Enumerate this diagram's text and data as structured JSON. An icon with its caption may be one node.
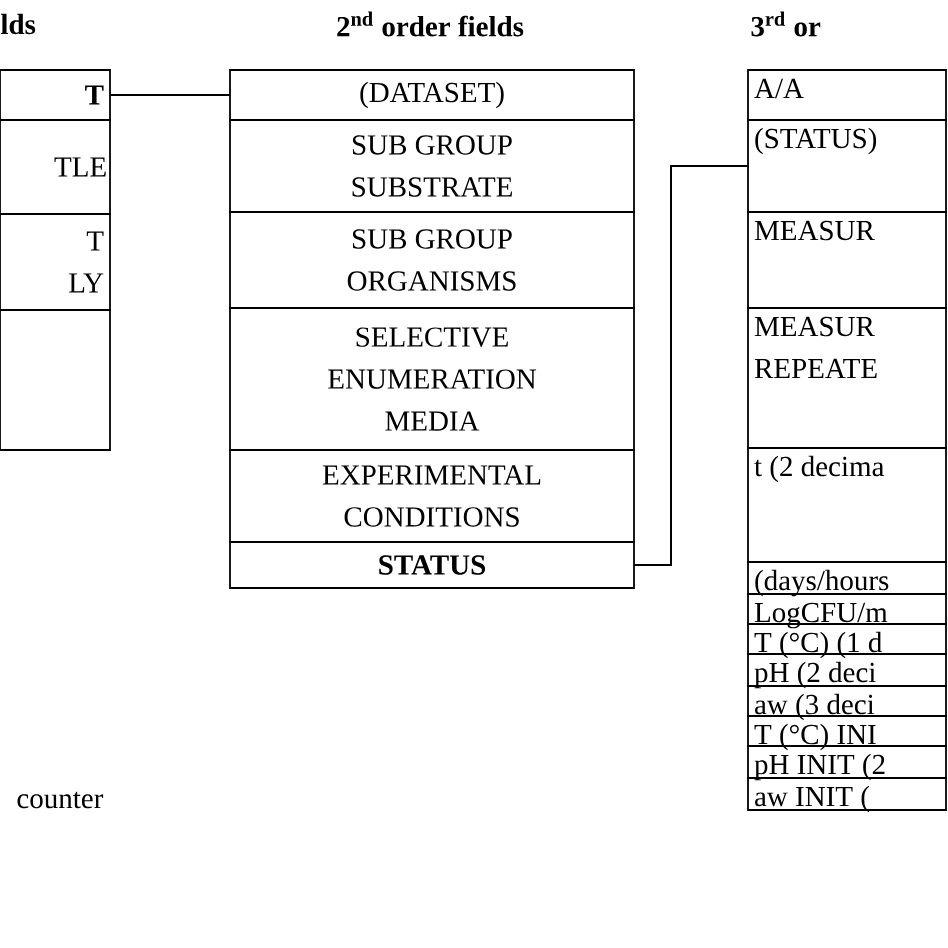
{
  "diagram": {
    "nodes": [
      {
        "text": [
          "T"
        ]
      },
      {
        "text": [
          "TLE"
        ]
      },
      {
        "text": [
          "T LY"
        ]
      },
      {
        "text": [],
        "shape": "box"
      },
      {
        "text": [
          "(DATASET)"
        ]
      },
      {
        "text": [
          "SUB GROUP SUBSTRATE"
        ]
      },
      {
        "text": [
          "SUB GROUP ORGANISMS"
        ]
      },
      {
        "text": [
          "SELECTIVE ENUMERATION MEDIA"
        ]
      },
      {
        "text": [
          "EXPERIMENTAL CONDITIONS"
        ]
      },
      {
        "text": [
          "STATUS"
        ]
      },
      {
        "text": [
          "A/A"
        ]
      },
      {
        "text": [
          "(STATUS)"
        ]
      },
      {
        "text": [
          "MEASUR"
        ]
      },
      {
        "text": [
          "MEASUR REPEATE"
        ]
      },
      {
        "text": [
          "t (2 decima"
        ]
      },
      {
        "text": [
          "(days/hours"
        ]
      },
      {
        "text": [
          "LogCFU/m"
        ]
      },
      {
        "text": [
          "T (°C) (1 d"
        ]
      },
      {
        "text": [
          "pH (2 deci"
        ]
      },
      {
        "text": [
          "aw (3 deci"
        ]
      },
      {
        "text": [
          "T (°C) INI"
        ]
      },
      {
        "text": [
          "pH INIT (2"
        ]
      },
      {
        "text": [
          "aw INIT ("
        ]
      }
    ],
    "edges": [
      {
        "from": 0,
        "to": 4,
        "arrow": "none"
      },
      {
        "from": 9,
        "to": 11,
        "arrow": "none"
      }
    ],
    "labels": [
      "lds",
      "2$^{nd}$ order fields",
      "3$^{rd}$ or",
      "counter"
    ]
  }
}
